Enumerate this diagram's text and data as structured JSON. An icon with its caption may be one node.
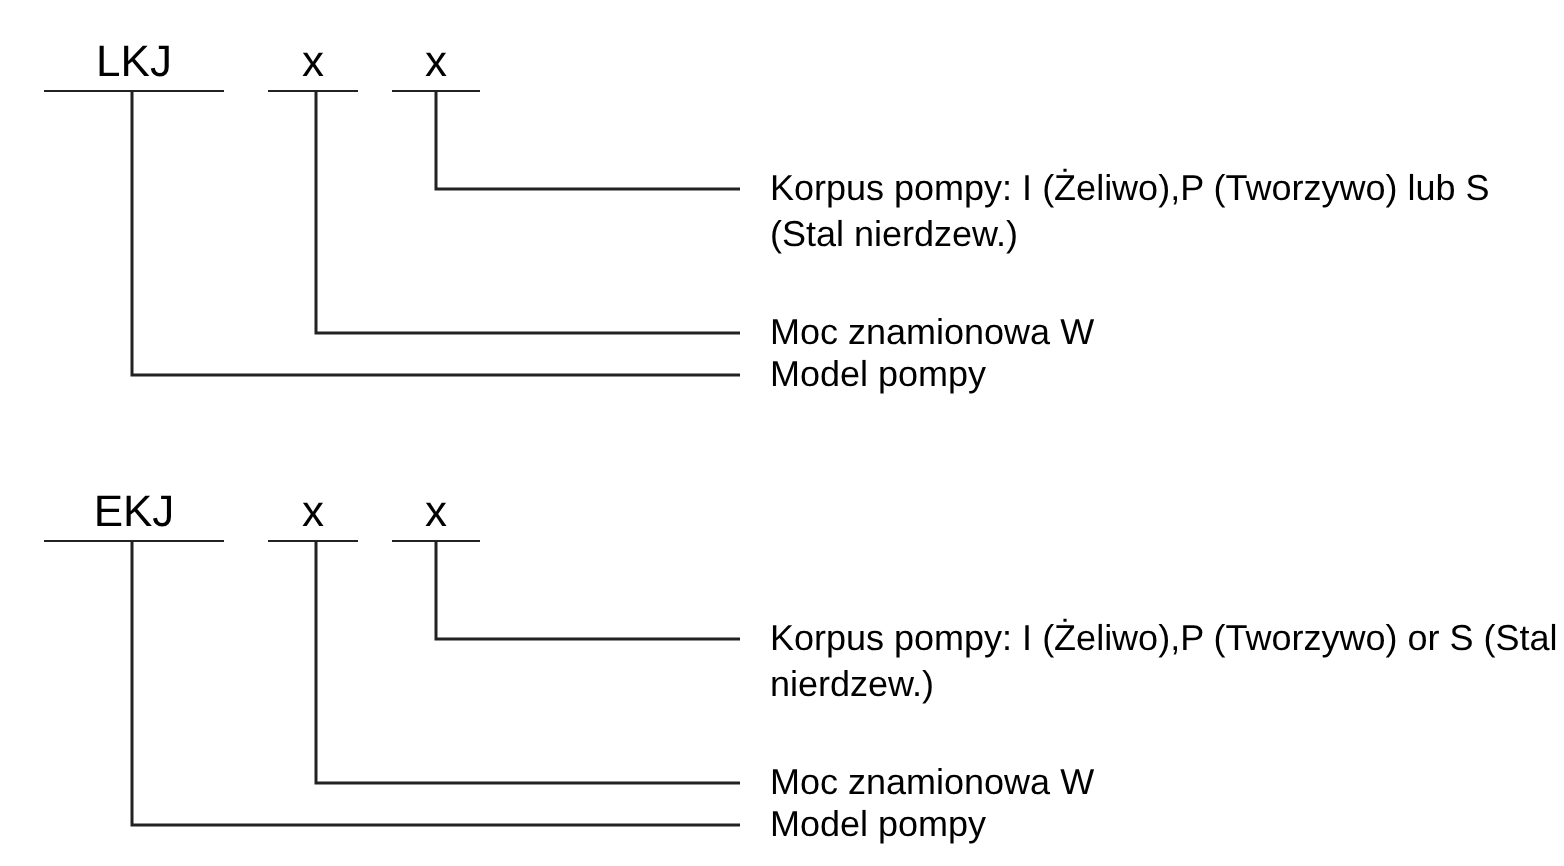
{
  "diagram": {
    "nodes": [
      {
        "text": [
          "LKJ"
        ]
      },
      {
        "text": [
          "x"
        ]
      },
      {
        "text": [
          "x"
        ]
      },
      {
        "text": [
          "Korpus pompy: I (Żeliwo),P (Tworzywo) lub S (Stal nierdzew.)"
        ]
      },
      {
        "text": [
          "Moc znamionowa W"
        ]
      },
      {
        "text": [
          "Model pompy"
        ]
      },
      {
        "text": [
          "EKJ"
        ]
      },
      {
        "text": [
          "x"
        ]
      },
      {
        "text": [
          "x"
        ]
      },
      {
        "text": [
          "Korpus pompy: I (Żeliwo),P (Tworzywo) or S (Stal nierdzew.)"
        ]
      },
      {
        "text": [
          "Moc znamionowa W"
        ]
      },
      {
        "text": [
          "Model pompy"
        ]
      }
    ],
    "edges": [
      {
        "from": 2,
        "to": 3,
        "arrow": "none"
      },
      {
        "from": 1,
        "to": 4,
        "arrow": "none"
      },
      {
        "from": 0,
        "to": 5,
        "arrow": "none"
      },
      {
        "from": 8,
        "to": 9,
        "arrow": "none"
      },
      {
        "from": 7,
        "to": 10,
        "arrow": "none"
      },
      {
        "from": 6,
        "to": 11,
        "arrow": "none"
      }
    ]
  }
}
